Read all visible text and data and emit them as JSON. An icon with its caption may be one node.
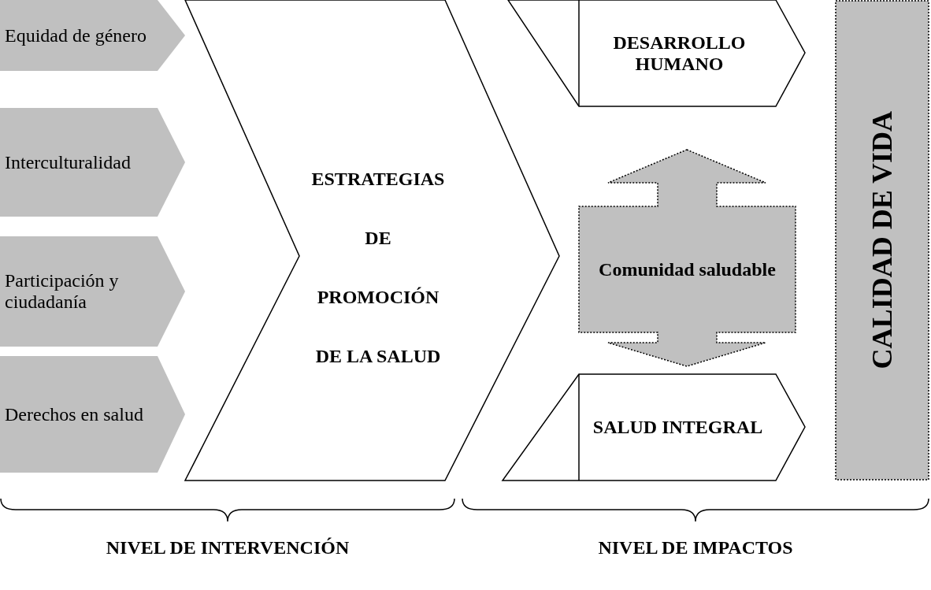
{
  "diagram": {
    "nodes": [
      {
        "text": [
          "Equidad de género"
        ]
      },
      {
        "text": [
          "Interculturalidad"
        ]
      },
      {
        "text": [
          "Participación y ciudadanía"
        ]
      },
      {
        "text": [
          "Derechos en salud"
        ]
      },
      {
        "text": [
          "ESTRATEGIAS DE PROMOCIÓN DE LA SALUD"
        ]
      },
      {
        "text": [
          "DESARROLLO HUMANO"
        ]
      },
      {
        "text": [
          "Comunidad saludable"
        ]
      },
      {
        "text": [
          "SALUD INTEGRAL"
        ]
      },
      {
        "text": [
          "CALIDAD DE VIDA"
        ]
      }
    ],
    "labels": [
      "NIVEL DE INTERVENCIÓN",
      "NIVEL DE IMPACTOS"
    ]
  }
}
